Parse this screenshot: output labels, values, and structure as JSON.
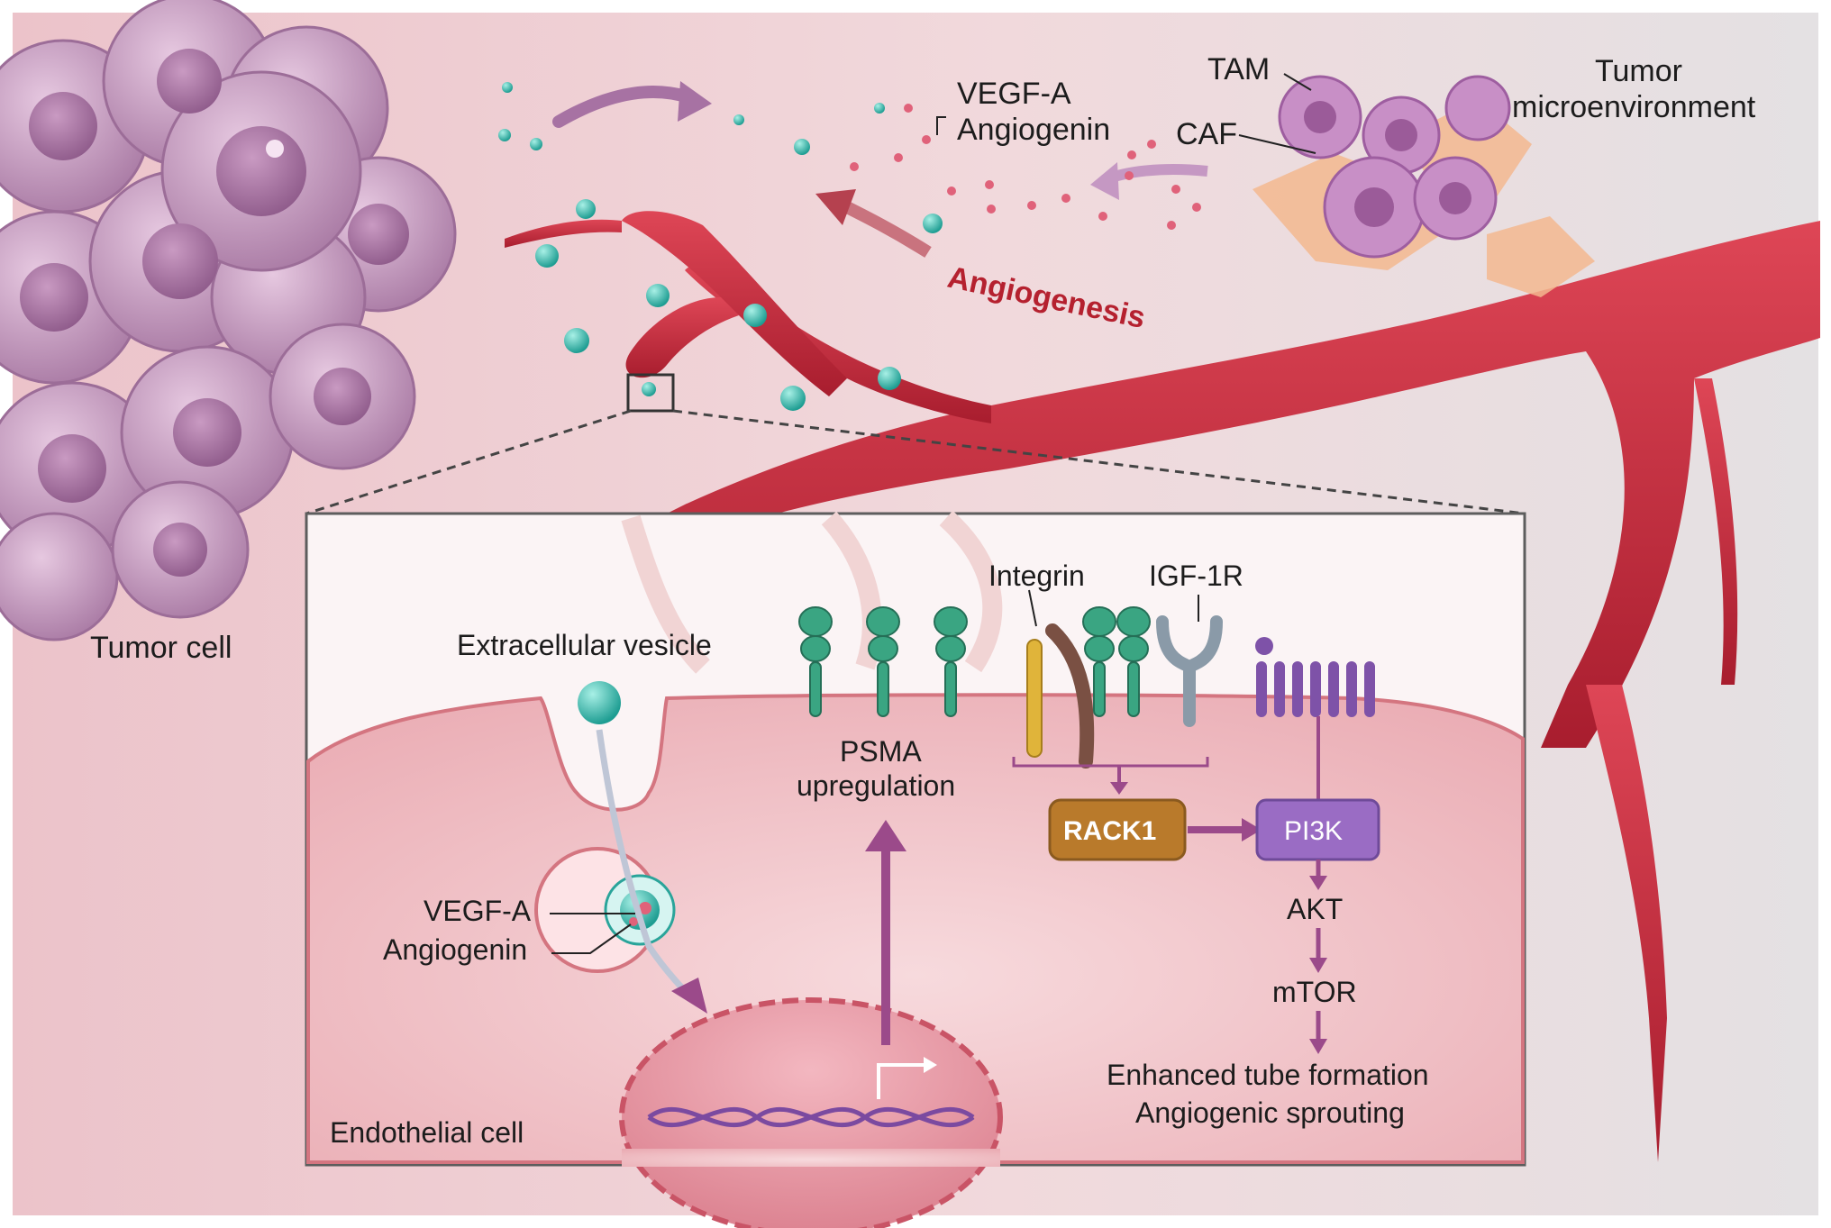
{
  "labels": {
    "tumor_cell": "Tumor cell",
    "vegf_a_top": "VEGF-A",
    "angiogenin_top": "Angiogenin",
    "tam": "TAM",
    "caf": "CAF",
    "tumor_micro_1": "Tumor",
    "tumor_micro_2": "microenvironment",
    "angiogenesis": "Angiogenesis",
    "extracellular_vesicle": "Extracellular vesicle",
    "vegf_a_inner": "VEGF-A",
    "angiogenin_inner": "Angiogenin",
    "psma_1": "PSMA",
    "psma_2": "upregulation",
    "integrin": "Integrin",
    "igf1r": "IGF-1R",
    "rack1": "RACK1",
    "pi3k": "PI3K",
    "akt": "AKT",
    "mtor": "mTOR",
    "outcome_1": "Enhanced tube formation",
    "outcome_2": "Angiogenic sprouting",
    "endothelial_cell": "Endothelial cell"
  },
  "colors": {
    "vessel": "#c8283a",
    "vesicle": "#2fb3a6",
    "rack1": "#b97a2b",
    "pi3k": "#9a6cc4",
    "arrow": "#9b4a8a",
    "tumor": "#b58ab0",
    "psma": "#3aa582"
  }
}
